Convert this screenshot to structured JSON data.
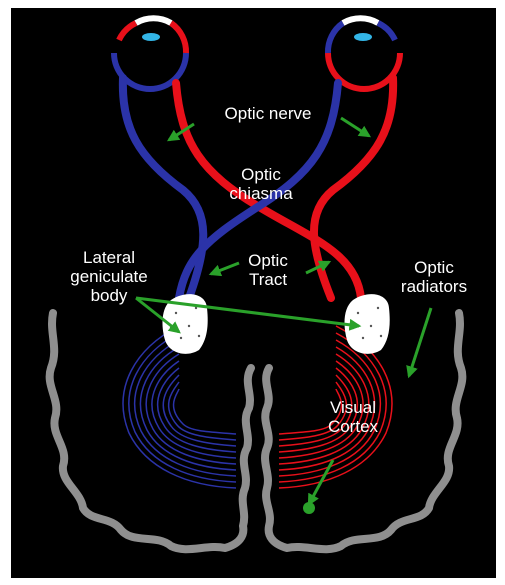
{
  "labels": {
    "optic_nerve": "Optic nerve",
    "optic_chiasma": "Optic\nchiasma",
    "optic_tract": "Optic\nTract",
    "lateral_geniculate_body": "Lateral\ngeniculate\nbody",
    "optic_radiators": "Optic\nradiators",
    "visual_cortex": "Visual\nCortex"
  },
  "colors": {
    "background": "#000000",
    "left_pathway": "#2b33a8",
    "right_pathway": "#e8101a",
    "cornea": "#33b5e6",
    "cortex": "#8f8f8f",
    "arrows": "#2aa12a",
    "label_text": "#ffffff",
    "geniculate_body": "#ffffff"
  }
}
